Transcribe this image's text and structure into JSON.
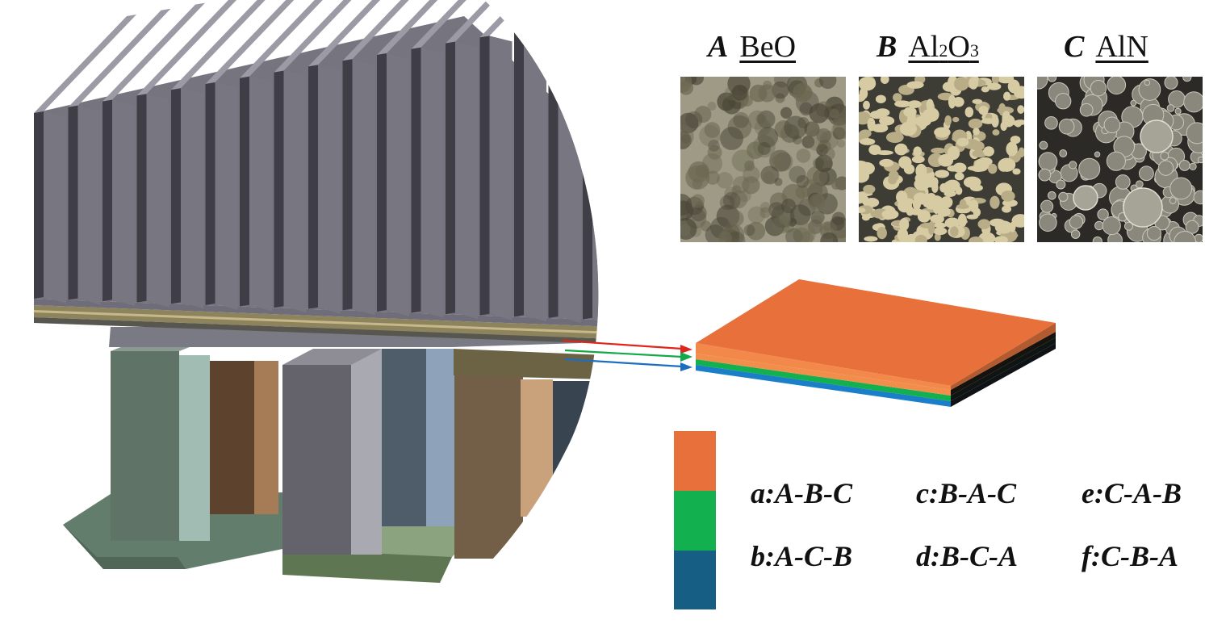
{
  "powders": [
    {
      "letter": "A",
      "name": "BeO"
    },
    {
      "letter": "B",
      "name_prefix": "Al",
      "sub1": "2",
      "mid": "O",
      "sub2": "3"
    },
    {
      "letter": "C",
      "name": "AlN"
    }
  ],
  "legend": {
    "stack_colors": [
      "#e8703a",
      "#13b04f",
      "#175e85"
    ],
    "codes": [
      "a:A-B-C",
      "b:A-C-B",
      "c:B-A-C",
      "d:B-C-A",
      "e:C-A-B",
      "f:C-B-A"
    ]
  },
  "colors": {
    "fin_gray": "#6f6e7a",
    "layer_top": "#e8703a",
    "layer_mid": "#13b04f",
    "layer_bot": "#1a7fc8",
    "arrow_red": "#e0251d",
    "arrow_green": "#14a84a",
    "arrow_blue": "#1c6fc0"
  }
}
